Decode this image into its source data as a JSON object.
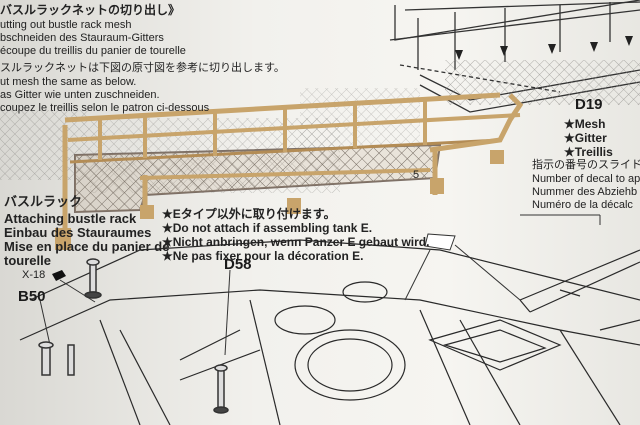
{
  "instructions_top": {
    "heading_jp": "バスルラックネットの切り出し》",
    "lines": [
      "utting out bustle rack mesh",
      "bschneiden des Stauraum-Gitters",
      "écoupe du treillis du panier de tourelle"
    ],
    "jp_line": "スルラックネットは下図の原寸図を参考に切り出します。",
    "sub_lines": [
      "ut mesh the same as below.",
      "as Gitter wie unten zuschneiden.",
      "coupez le treillis selon le patron ci-dessous"
    ]
  },
  "instructions_attach": {
    "jp_line": "バスルラック",
    "lines": [
      "Attaching bustle rack",
      "Einbau des Stauraumes",
      "Mise en place du panier de",
      "tourelle"
    ]
  },
  "note": {
    "jp_line": "★Eタイプ以外に取り付けます。",
    "lines": [
      "★Do not attach if assembling tank E.",
      "★Nicht anbringen, wenn Panzer E gebaut wird.",
      "★Ne pas fixer pour la décoration E."
    ]
  },
  "part_d19": {
    "label": "D19",
    "lines": [
      "★Mesh",
      "★Gitter",
      "★Treillis"
    ]
  },
  "decal_note": {
    "jp_line": "指示の番号のスライド",
    "lines": [
      "Number of decal to ap",
      "Nummer des Abziehb",
      "Numéro de la décalc"
    ]
  },
  "part_labels": {
    "d58": "D58",
    "b50": "B50",
    "x18": "X-18",
    "rack_number": "5"
  }
}
